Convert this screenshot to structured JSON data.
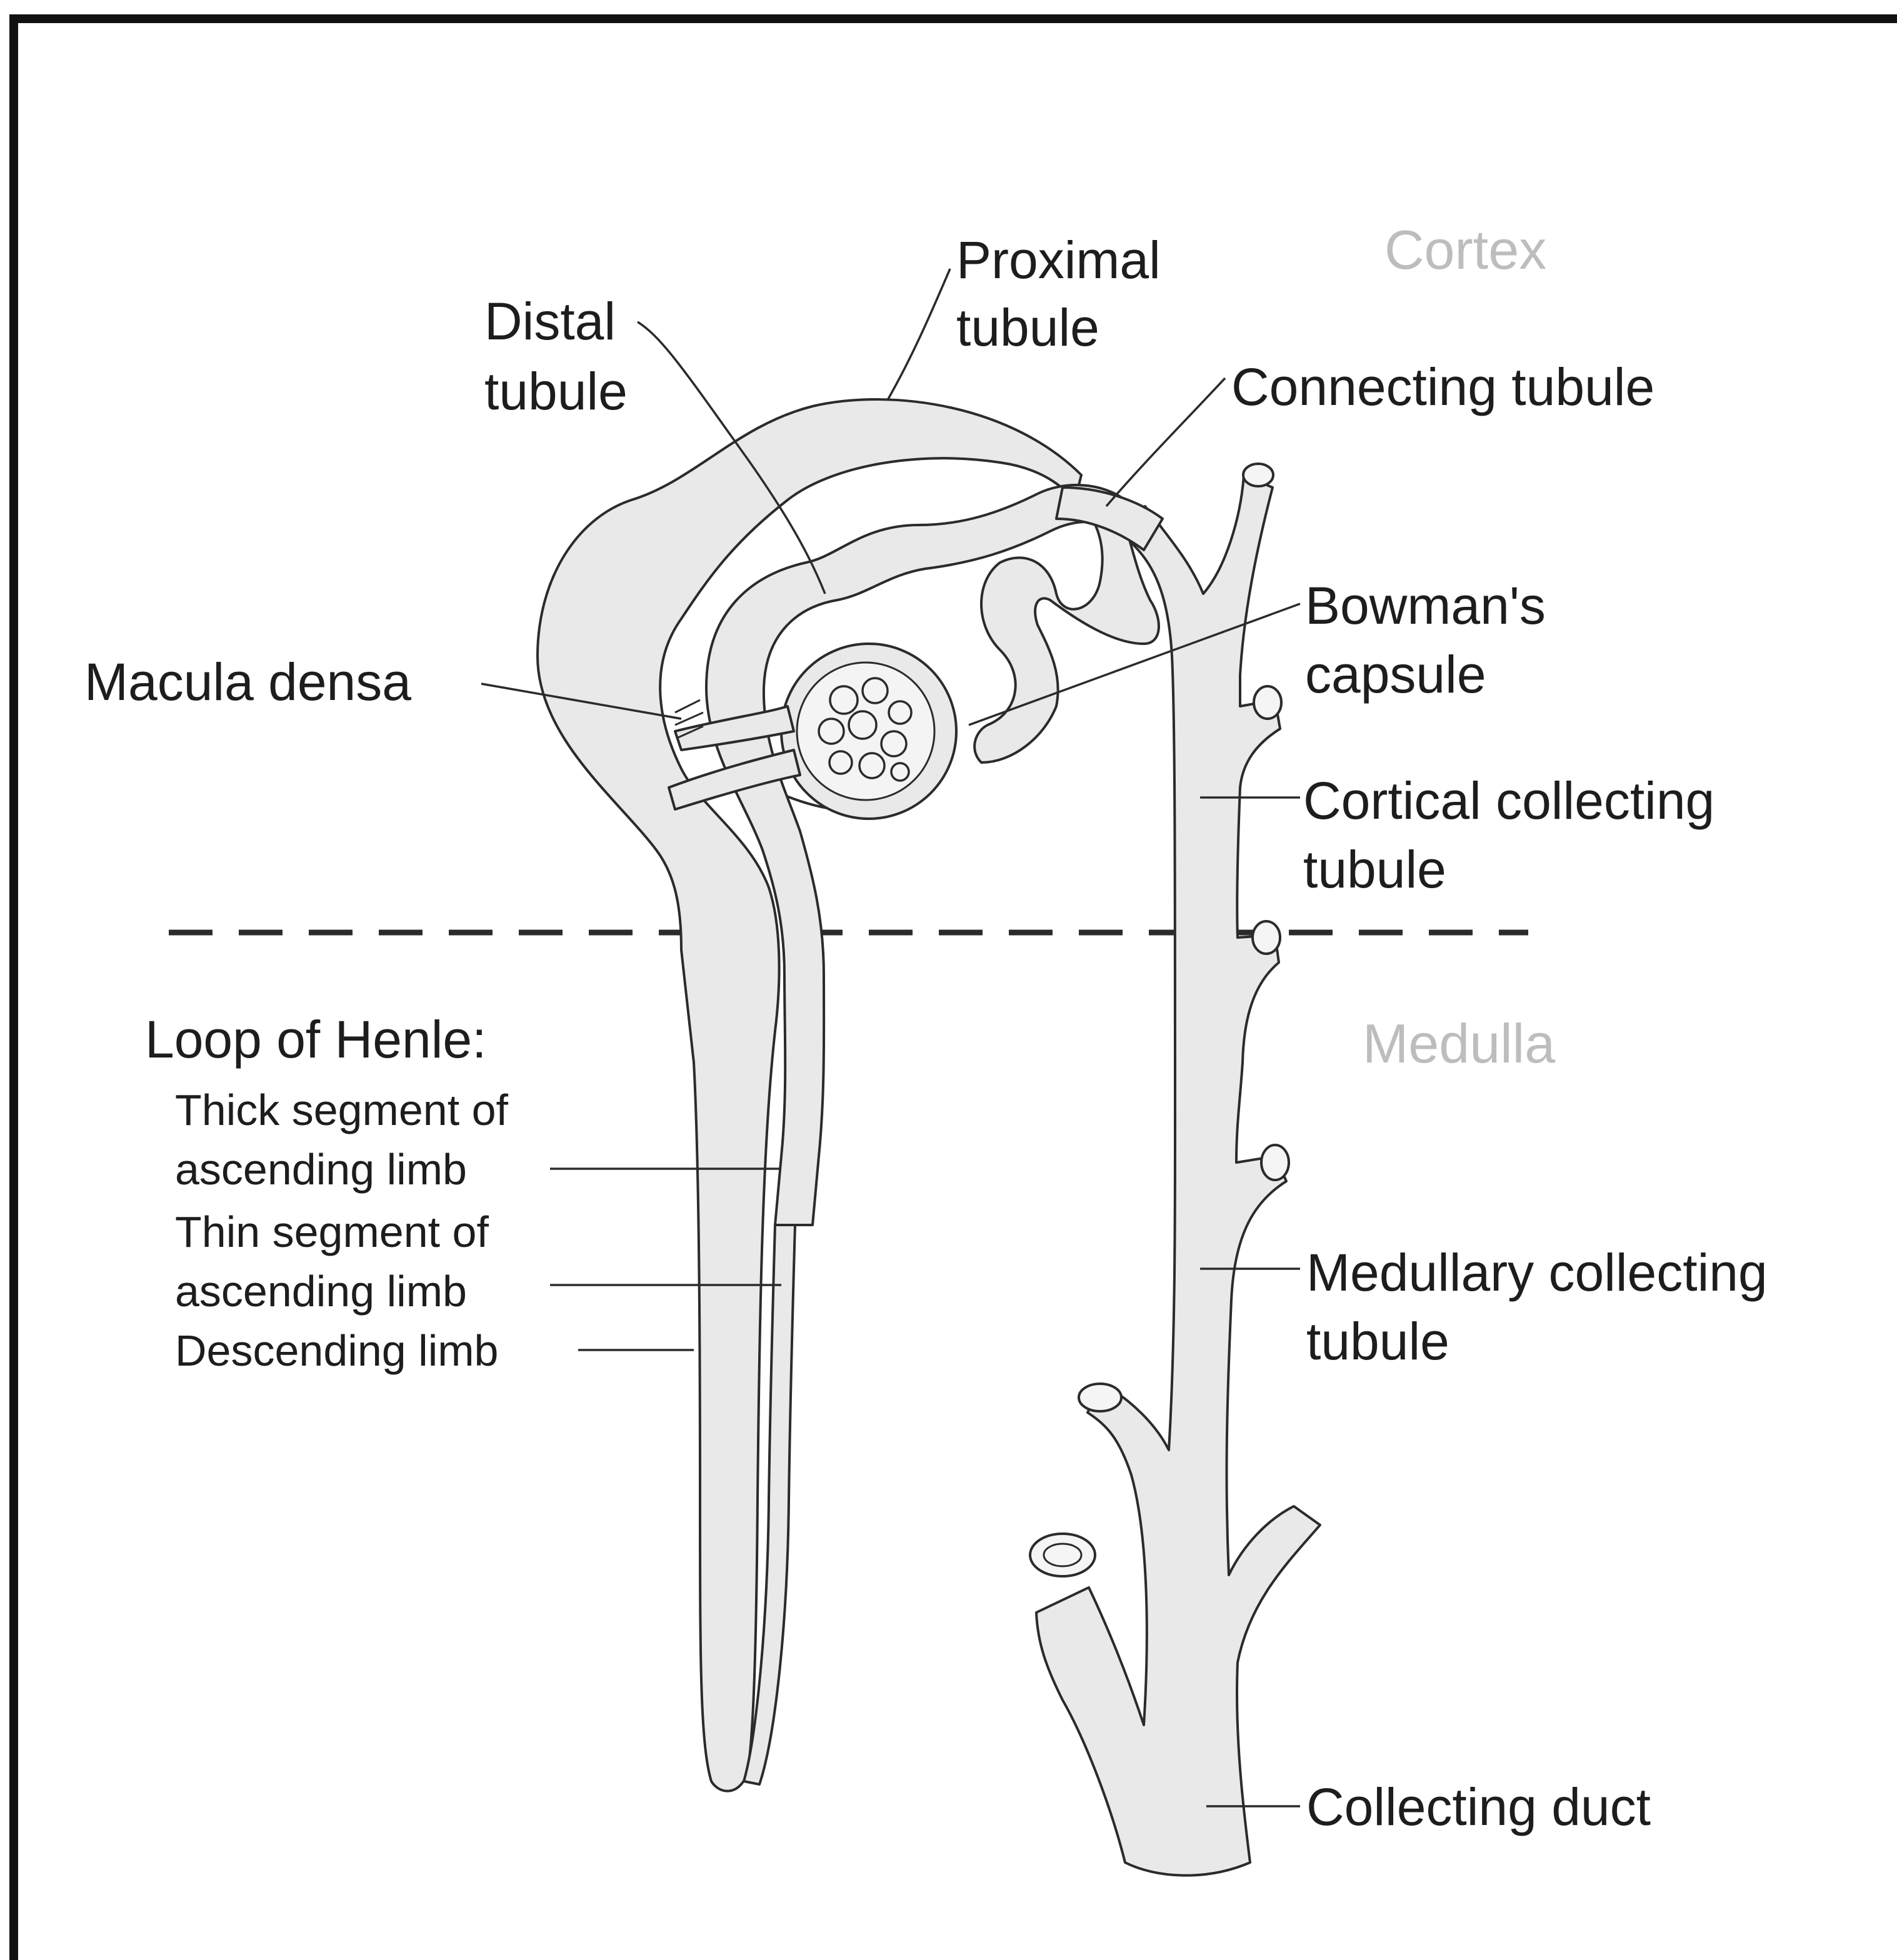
{
  "labels": {
    "cortex": "Cortex",
    "medulla": "Medulla",
    "proximal_1": "Proximal",
    "proximal_2": "tubule",
    "distal_1": "Distal",
    "distal_2": "tubule",
    "connecting": "Connecting tubule",
    "bowman_1": "Bowman's",
    "bowman_2": "capsule",
    "macula": "Macula densa",
    "cortical_1": "Cortical collecting",
    "cortical_2": "tubule",
    "loop_title": "Loop of Henle:",
    "thick_1": "Thick segment of",
    "thick_2": "ascending limb",
    "thin_1": "Thin segment of",
    "thin_2": "ascending limb",
    "descending": "Descending limb",
    "medullary_1": "Medullary collecting",
    "medullary_2": "tubule",
    "collecting_duct": "Collecting duct"
  },
  "colors": {
    "tubule_fill": "#e9e9e9",
    "outline": "#2b2b2b",
    "region_text": "#bdbdbd",
    "label_text": "#1d1d1d"
  }
}
